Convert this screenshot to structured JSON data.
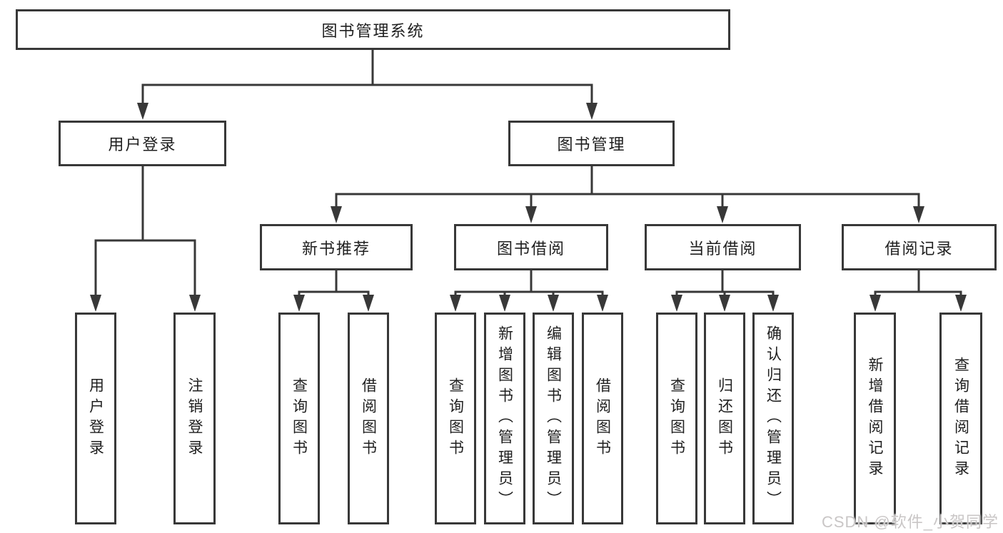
{
  "diagram": {
    "type": "tree",
    "title": "图书管理系统",
    "nodes": {
      "root": {
        "label": "图书管理系统"
      },
      "user_login": {
        "label": "用户登录"
      },
      "book_management": {
        "label": "图书管理"
      },
      "new_book_recommend": {
        "label": "新书推荐"
      },
      "book_borrow": {
        "label": "图书借阅"
      },
      "current_borrow": {
        "label": "当前借阅"
      },
      "borrow_records": {
        "label": "借阅记录"
      },
      "leaf_user_login": {
        "label": "用户登录"
      },
      "leaf_logout": {
        "label": "注销登录"
      },
      "leaf_nbr_query": {
        "label": "查询图书"
      },
      "leaf_nbr_borrow": {
        "label": "借阅图书"
      },
      "leaf_bb_query": {
        "label": "查询图书"
      },
      "leaf_bb_add": {
        "label": "新增图书（管理员）"
      },
      "leaf_bb_edit": {
        "label": "编辑图书（管理员）"
      },
      "leaf_bb_borrow": {
        "label": "借阅图书"
      },
      "leaf_cb_query": {
        "label": "查询图书"
      },
      "leaf_cb_return": {
        "label": "归还图书"
      },
      "leaf_cb_confirm": {
        "label": "确认归还（管理员）"
      },
      "leaf_br_add": {
        "label": "新增借阅记录"
      },
      "leaf_br_query": {
        "label": "查询借阅记录"
      }
    },
    "edges": [
      [
        "图书管理系统",
        "用户登录"
      ],
      [
        "图书管理系统",
        "图书管理"
      ],
      [
        "用户登录",
        "用户登录"
      ],
      [
        "用户登录",
        "注销登录"
      ],
      [
        "图书管理",
        "新书推荐"
      ],
      [
        "图书管理",
        "图书借阅"
      ],
      [
        "图书管理",
        "当前借阅"
      ],
      [
        "图书管理",
        "借阅记录"
      ],
      [
        "新书推荐",
        "查询图书"
      ],
      [
        "新书推荐",
        "借阅图书"
      ],
      [
        "图书借阅",
        "查询图书"
      ],
      [
        "图书借阅",
        "新增图书（管理员）"
      ],
      [
        "图书借阅",
        "编辑图书（管理员）"
      ],
      [
        "图书借阅",
        "借阅图书"
      ],
      [
        "当前借阅",
        "查询图书"
      ],
      [
        "当前借阅",
        "归还图书"
      ],
      [
        "当前借阅",
        "确认归还（管理员）"
      ],
      [
        "借阅记录",
        "新增借阅记录"
      ],
      [
        "借阅记录",
        "查询借阅记录"
      ]
    ],
    "watermark": "CSDN @软件_小贺同学",
    "colors": {
      "line": "#383838",
      "text": "#1f1f1f",
      "watermark": "#c9c6c6",
      "background": "#ffffff"
    }
  }
}
